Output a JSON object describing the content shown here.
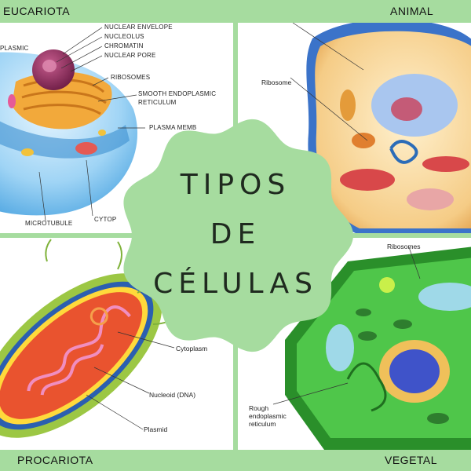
{
  "title": {
    "line1": "TIPOS",
    "line2": "DE",
    "line3": "CÉLULAS"
  },
  "corners": {
    "top_left": "EUCARIOTA",
    "top_right": "ANIMAL",
    "bottom_left": "PROCARIOTA",
    "bottom_right": "VEGETAL"
  },
  "eucariota_labels": {
    "nuclear_envelope": "NUCLEAR ENVELOPE",
    "nucleolus": "NUCLEOLUS",
    "chromatin": "CHROMATIN",
    "nuclear_pore": "NUCLEAR PORE",
    "plasmic": "PLASMIC",
    "ribosomes": "RIBOSOMES",
    "smooth_er_1": "SMOOTH ENDOPLASMIC",
    "smooth_er_2": "RETICULUM",
    "plasma_membrane": "PLASMA MEMB",
    "microtubule": "MICROTUBULE",
    "cytoplasm": "CYTOP"
  },
  "animal_labels": {
    "ribosome": "Ribosome"
  },
  "procariota_labels": {
    "cytoplasm": "Cytoplasm",
    "nucleoid": "Nucleoid (DNA)",
    "plasmid": "Plasmid"
  },
  "vegetal_labels": {
    "ribosomes": "Ribosomes",
    "rough_er_1": "Rough",
    "rough_er_2": "endoplasmic",
    "rough_er_3": "reticulum"
  },
  "colors": {
    "background": "#a6dc9f",
    "badge": "#a6dc9f",
    "panel": "#ffffff",
    "title_text": "#1f2a1f"
  }
}
